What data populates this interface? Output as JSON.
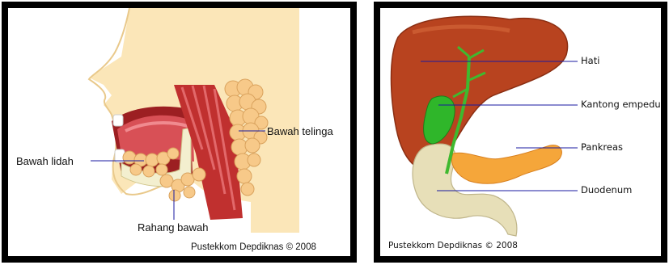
{
  "left": {
    "labels": {
      "bawah_telinga": "Bawah telinga",
      "bawah_lidah": "Bawah lidah",
      "rahang_bawah": "Rahang bawah"
    },
    "credit": "Pustekkom Depdiknas © 2008"
  },
  "right": {
    "labels": {
      "hati": "Hati",
      "kantong_empedu": "Kantong empedu",
      "pankreas": "Pankreas",
      "duodenum": "Duodenum"
    },
    "credit": "Pustekkom Depdiknas © 2008"
  },
  "colors": {
    "frame": "#000000",
    "pointer_line": "#1a1aa0",
    "skin": "#fbe6b8",
    "liver": "#b8431f",
    "gallbladder": "#2fb62a",
    "pancreas": "#f5a63a",
    "duodenum": "#e7dfb8"
  }
}
